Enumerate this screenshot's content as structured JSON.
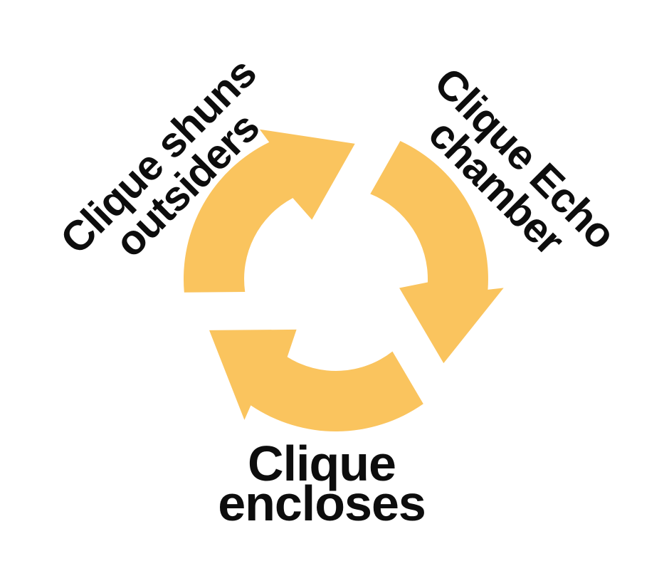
{
  "diagram": {
    "type": "cycle",
    "direction": "clockwise",
    "background": "#ffffff",
    "arrow_color": "#FAC45E",
    "text_color": "#0d0d0d",
    "steps": [
      {
        "label": "Clique shuns outsiders",
        "lines": [
          "Clique shuns",
          "outsiders"
        ],
        "position": "top-left",
        "rotation_deg": -45
      },
      {
        "label": "Clique Echo chamber",
        "lines": [
          "Clique Echo",
          "chamber"
        ],
        "position": "top-right",
        "rotation_deg": 45
      },
      {
        "label": "Clique encloses",
        "lines": [
          "Clique",
          "encloses"
        ],
        "position": "bottom",
        "rotation_deg": 0
      }
    ]
  }
}
